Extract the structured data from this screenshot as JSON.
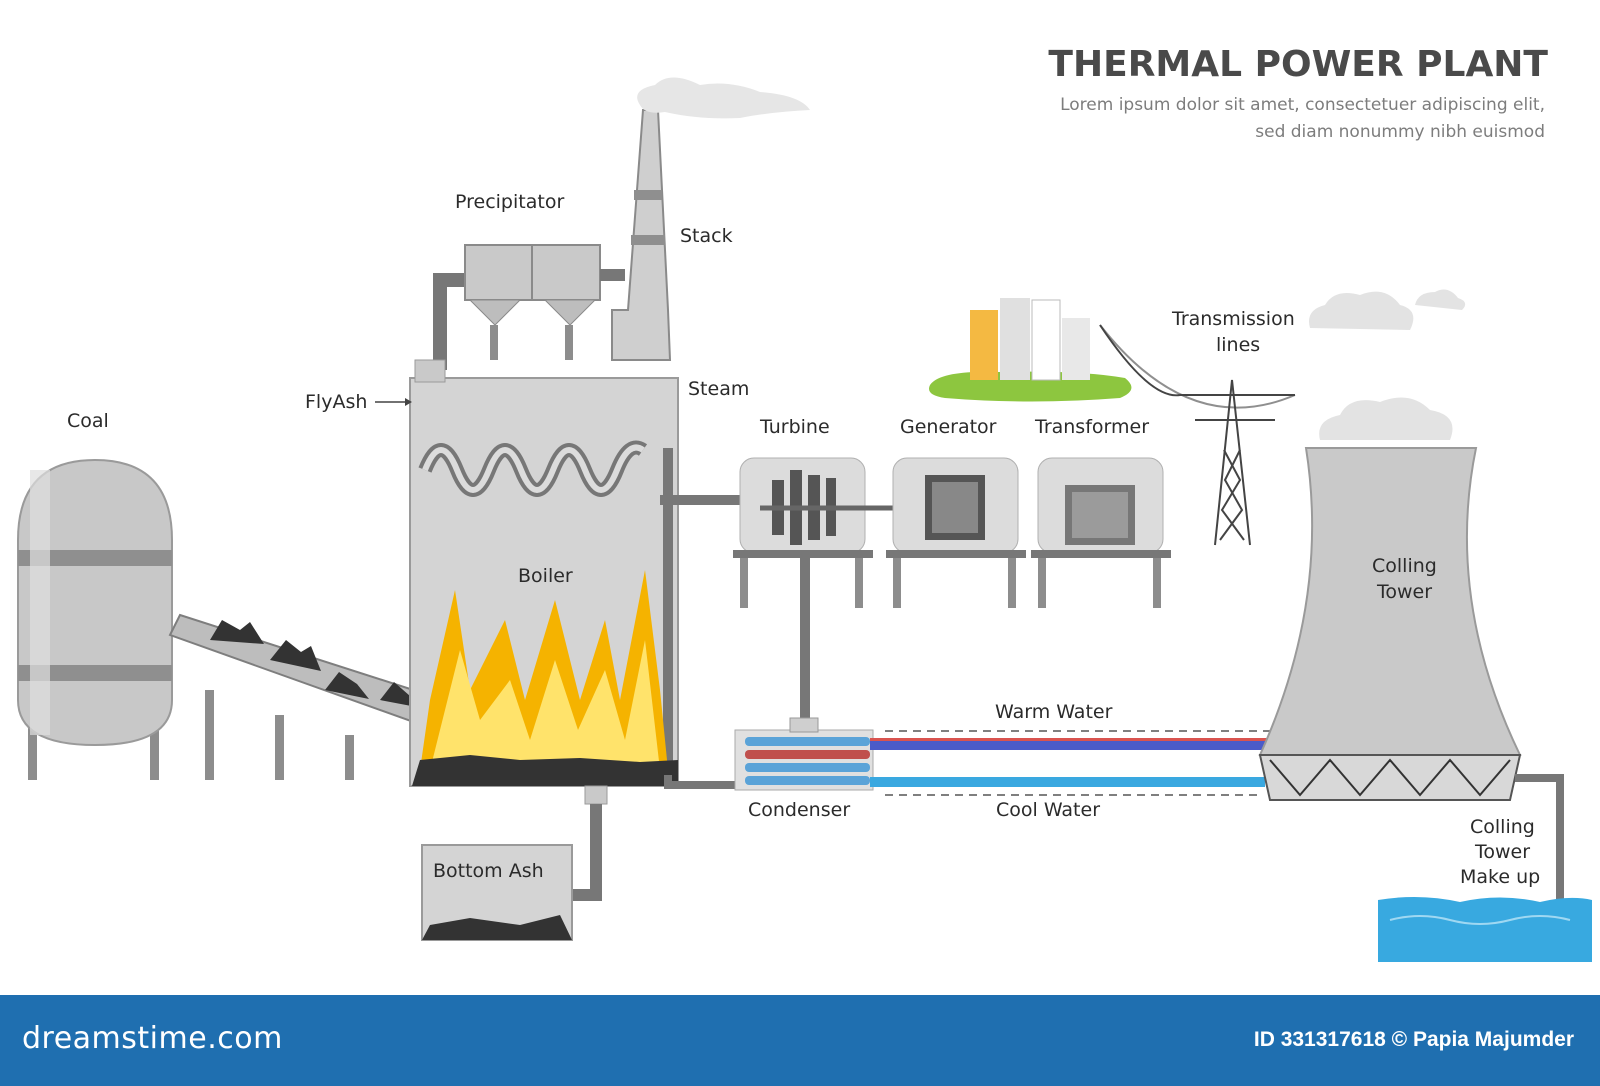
{
  "header": {
    "title": "THERMAL POWER PLANT",
    "subtitle_line1": "Lorem ipsum dolor sit amet, consectetuer adipiscing elit,",
    "subtitle_line2": "sed diam nonummy nibh euismod"
  },
  "labels": {
    "coal": "Coal",
    "flyash": "FlyAsh",
    "precipitator": "Precipitator",
    "stack": "Stack",
    "steam": "Steam",
    "boiler": "Boiler",
    "bottom_ash": "Bottom Ash",
    "turbine": "Turbine",
    "generator": "Generator",
    "transformer": "Transformer",
    "transmission_line1": "Transmission",
    "transmission_line2": "lines",
    "cooling_tower_line1": "Colling",
    "cooling_tower_line2": "Tower",
    "warm_water": "Warm Water",
    "cool_water": "Cool Water",
    "condenser": "Condenser",
    "makeup_line1": "Colling",
    "makeup_line2": "Tower",
    "makeup_line3": "Make up"
  },
  "footer": {
    "brand": "dreamstime.com",
    "credit": "ID 331317618 © Papia Majumder"
  },
  "colors": {
    "footer_bg": "#1f6fb0",
    "warm_pipe": "#d9534f",
    "cool_pipe": "#3aa8e0",
    "flame_outer": "#f5b300",
    "flame_inner": "#ffe36b",
    "water": "#38a9e0"
  }
}
